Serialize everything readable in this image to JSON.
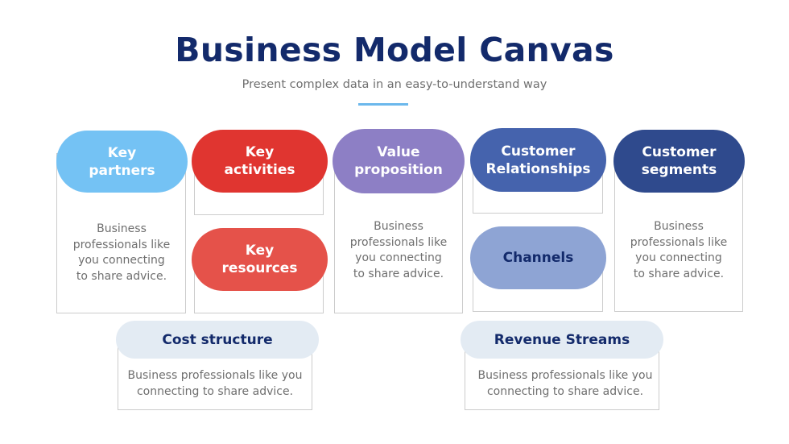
{
  "header": {
    "title": "Business Model Canvas",
    "subtitle": "Present complex data in an easy-to-understand way",
    "accent_color": "#6cb8ec"
  },
  "blocks": {
    "key_partners": {
      "label_line1": "Key",
      "label_line2": "partners",
      "color": "#74c2f4",
      "description_lines": [
        "Business",
        "professionals like",
        "you connecting",
        "to share advice."
      ]
    },
    "key_activities": {
      "label_line1": "Key",
      "label_line2": "activities",
      "color": "#e03530"
    },
    "key_resources": {
      "label_line1": "Key",
      "label_line2": "resources",
      "color": "#e5524a"
    },
    "value_proposition": {
      "label_line1": "Value",
      "label_line2": "proposition",
      "color": "#8d7fc5",
      "description_lines": [
        "Business",
        "professionals like",
        "you connecting",
        "to share advice."
      ]
    },
    "customer_relationships": {
      "label_line1": "Customer",
      "label_line2": "Relationships",
      "color": "#4563ad"
    },
    "channels": {
      "label": "Channels",
      "color": "#8ea4d4"
    },
    "customer_segments": {
      "label_line1": "Customer",
      "label_line2": "segments",
      "color": "#2f4a8d",
      "description_lines": [
        "Business",
        "professionals like",
        "you connecting",
        "to share advice."
      ]
    },
    "cost_structure": {
      "label": "Cost structure",
      "color": "#e3ebf3",
      "description_lines": [
        "Business professionals like you",
        "connecting to share advice."
      ]
    },
    "revenue_streams": {
      "label": "Revenue Streams",
      "color": "#e3ebf3",
      "description_lines": [
        "Business professionals like you",
        "connecting to share advice."
      ]
    }
  }
}
